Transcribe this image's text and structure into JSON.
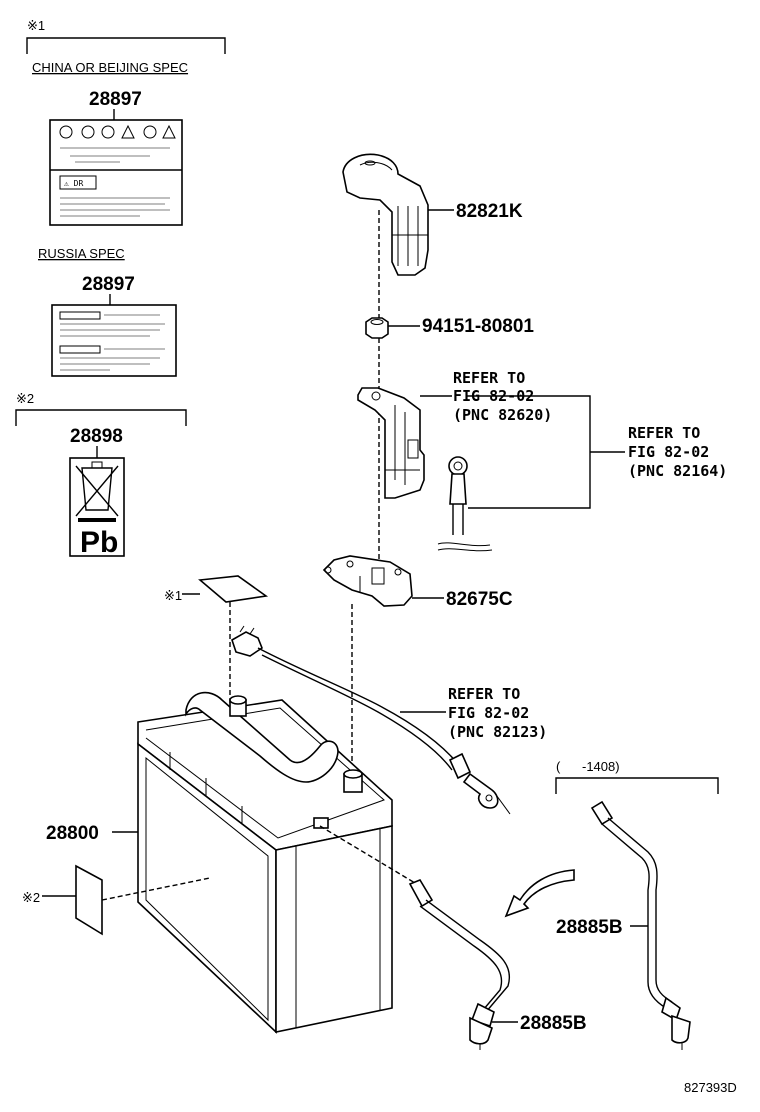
{
  "notes": {
    "mark1": "※1",
    "mark2": "※2",
    "mark1_ref": "※1",
    "mark2_ref": "※2"
  },
  "labels": {
    "china_spec": "CHINA OR BEIJING SPEC",
    "russia_spec": "RUSSIA SPEC",
    "date_range": "(      -1408)",
    "pb_text": "Pb",
    "figure_code": "827393D"
  },
  "part_numbers": {
    "label_china": "28897",
    "label_russia": "28897",
    "label_recycle": "28898",
    "terminal_cover": "82821K",
    "nut": "94151-80801",
    "terminal_clamp": "82675C",
    "battery": "28800",
    "vent_hose_main": "28885B",
    "vent_hose_alt": "28885B"
  },
  "references": {
    "fig_82620": [
      "REFER TO",
      "FIG 82-02",
      "(PNC 82620)"
    ],
    "fig_82164": [
      "REFER TO",
      "FIG 82-02",
      "(PNC 82164)"
    ],
    "fig_82123": [
      "REFER TO",
      "FIG 82-02",
      "(PNC 82123)"
    ]
  }
}
